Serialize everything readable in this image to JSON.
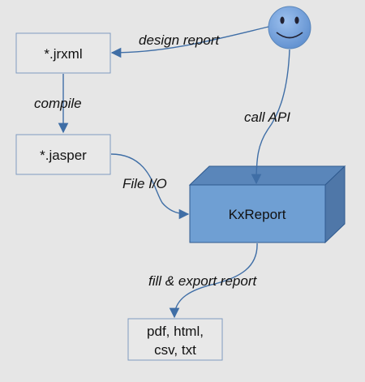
{
  "nodes": {
    "jrxml": {
      "label": "*.jrxml"
    },
    "jasper": {
      "label": "*.jasper"
    },
    "kxreport": {
      "label": "KxReport"
    },
    "output": {
      "line1": "pdf, html,",
      "line2": "csv, txt"
    },
    "user": {
      "icon": "smiley-face-icon"
    }
  },
  "edges": {
    "design": {
      "label": "design report"
    },
    "compile": {
      "label": "compile"
    },
    "call_api": {
      "label": "call API"
    },
    "file_io": {
      "label": "File I/O"
    },
    "fill_export": {
      "label": "fill & export report"
    }
  },
  "colors": {
    "background": "#e6e6e6",
    "box_fill": "#e8e8e8",
    "box_stroke": "#7f9bc0",
    "edge": "#3f6ea6",
    "cube_front": "#6f9fd3",
    "cube_top": "#5a86ba",
    "cube_side": "#4f77a8",
    "smiley": "#6d9bd6"
  }
}
